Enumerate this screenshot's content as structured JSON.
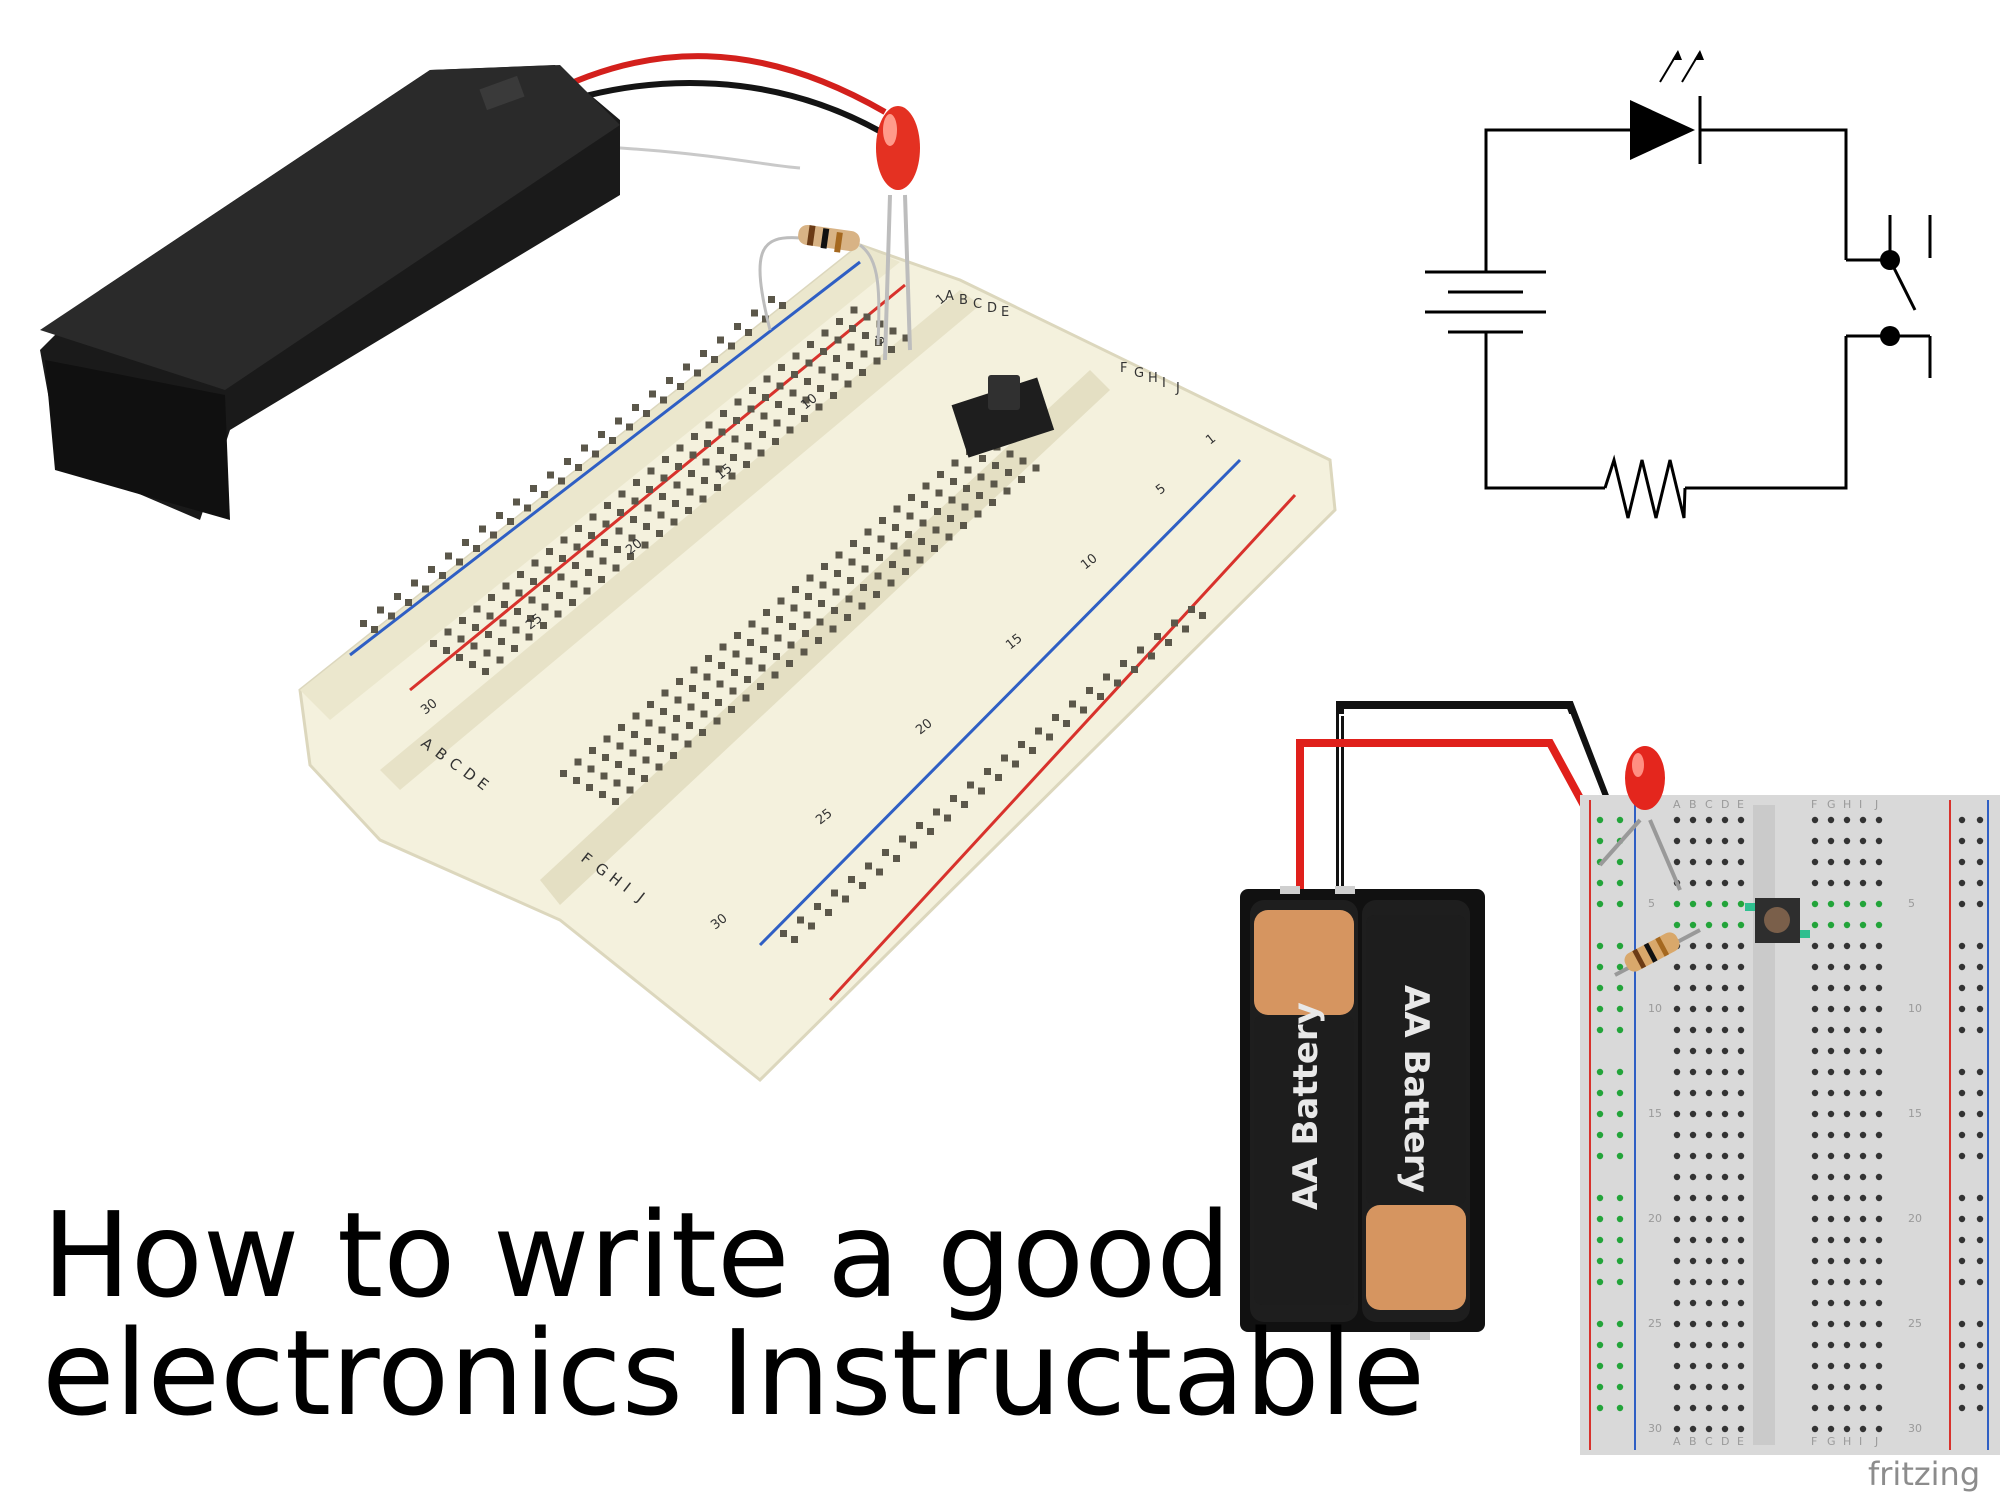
{
  "title": {
    "line1": "How to write a good",
    "line2": "electronics Instructable"
  },
  "photo": {
    "breadboard_rows_left": [
      "A",
      "B",
      "C",
      "D",
      "E"
    ],
    "breadboard_rows_right": [
      "F",
      "G",
      "H",
      "I",
      "J"
    ],
    "row_numbers_left": [
      "1",
      "5",
      "10",
      "15",
      "20",
      "25",
      "30"
    ],
    "row_numbers_right": [
      "1",
      "5",
      "10",
      "15",
      "20",
      "25",
      "30"
    ]
  },
  "schematic": {
    "components": [
      "led-symbol",
      "battery-symbol",
      "switch-symbol",
      "resistor-symbol"
    ]
  },
  "fritzing": {
    "battery_label_1": "AA Battery",
    "battery_label_2": "AA Battery",
    "columns_left": [
      "A",
      "B",
      "C",
      "D",
      "E"
    ],
    "columns_right": [
      "F",
      "G",
      "H",
      "I",
      "J"
    ],
    "row_numbers": [
      "5",
      "10",
      "15",
      "20",
      "25",
      "30"
    ],
    "watermark": "fritzing"
  },
  "colors": {
    "wire_red": "#e0201b",
    "wire_black": "#111111",
    "rail_blue": "#2f5fc4",
    "rail_red": "#d8322c",
    "breadboard": "#f4f1dd",
    "fritz_board": "#d9d9d9",
    "fritz_hole_active": "#23a43a",
    "battery_tan": "#d69560"
  }
}
